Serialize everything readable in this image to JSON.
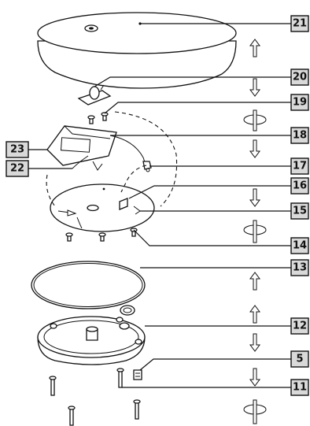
{
  "callouts": [
    {
      "id": "c21",
      "label": "21"
    },
    {
      "id": "c20",
      "label": "20"
    },
    {
      "id": "c19",
      "label": "19"
    },
    {
      "id": "c18",
      "label": "18"
    },
    {
      "id": "c23",
      "label": "23"
    },
    {
      "id": "c22",
      "label": "22"
    },
    {
      "id": "c17",
      "label": "17"
    },
    {
      "id": "c16",
      "label": "16"
    },
    {
      "id": "c15",
      "label": "15"
    },
    {
      "id": "c14",
      "label": "14"
    },
    {
      "id": "c13",
      "label": "13"
    },
    {
      "id": "c12",
      "label": "12"
    },
    {
      "id": "c5",
      "label": "5"
    },
    {
      "id": "c11",
      "label": "11"
    }
  ]
}
